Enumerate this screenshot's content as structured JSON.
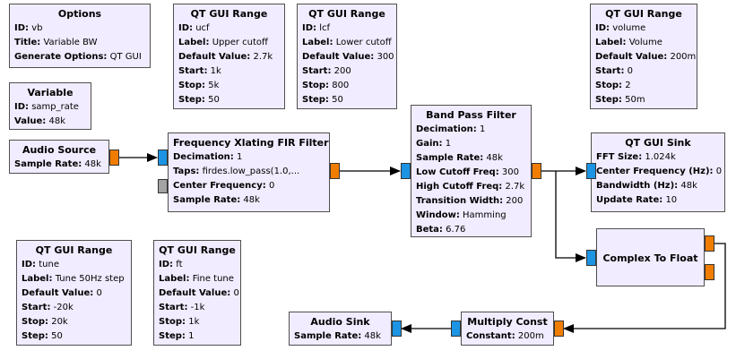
{
  "blocks": {
    "options": {
      "title": "Options",
      "params": [
        [
          "ID:",
          "vb"
        ],
        [
          "Title:",
          "Variable BW"
        ],
        [
          "Generate Options:",
          "QT GUI"
        ]
      ]
    },
    "range_ucf": {
      "title": "QT GUI Range",
      "params": [
        [
          "ID:",
          "ucf"
        ],
        [
          "Label:",
          "Upper cutoff"
        ],
        [
          "Default Value:",
          "2.7k"
        ],
        [
          "Start:",
          "1k"
        ],
        [
          "Stop:",
          "5k"
        ],
        [
          "Step:",
          "50"
        ]
      ]
    },
    "range_lcf": {
      "title": "QT GUI Range",
      "params": [
        [
          "ID:",
          "lcf"
        ],
        [
          "Label:",
          "Lower cutoff"
        ],
        [
          "Default Value:",
          "300"
        ],
        [
          "Start:",
          "200"
        ],
        [
          "Stop:",
          "800"
        ],
        [
          "Step:",
          "50"
        ]
      ]
    },
    "range_volume": {
      "title": "QT GUI Range",
      "params": [
        [
          "ID:",
          "volume"
        ],
        [
          "Label:",
          "Volume"
        ],
        [
          "Default Value:",
          "200m"
        ],
        [
          "Start:",
          "0"
        ],
        [
          "Stop:",
          "2"
        ],
        [
          "Step:",
          "50m"
        ]
      ]
    },
    "variable": {
      "title": "Variable",
      "params": [
        [
          "ID:",
          "samp_rate"
        ],
        [
          "Value:",
          "48k"
        ]
      ]
    },
    "audio_source": {
      "title": "Audio Source",
      "params": [
        [
          "Sample Rate:",
          "48k"
        ]
      ]
    },
    "xlating": {
      "title": "Frequency Xlating FIR Filter",
      "params": [
        [
          "Decimation:",
          "1"
        ],
        [
          "Taps:",
          "firdes.low_pass(1.0,..."
        ],
        [
          "Center Frequency:",
          "0"
        ],
        [
          "Sample Rate:",
          "48k"
        ]
      ]
    },
    "bandpass": {
      "title": "Band Pass Filter",
      "params": [
        [
          "Decimation:",
          "1"
        ],
        [
          "Gain:",
          "1"
        ],
        [
          "Sample Rate:",
          "48k"
        ],
        [
          "Low Cutoff Freq:",
          "300"
        ],
        [
          "High Cutoff Freq:",
          "2.7k"
        ],
        [
          "Transition Width:",
          "200"
        ],
        [
          "Window:",
          "Hamming"
        ],
        [
          "Beta:",
          "6.76"
        ]
      ]
    },
    "gui_sink": {
      "title": "QT GUI Sink",
      "params": [
        [
          "FFT Size:",
          "1.024k"
        ],
        [
          "Center Frequency (Hz):",
          "0"
        ],
        [
          "Bandwidth (Hz):",
          "48k"
        ],
        [
          "Update Rate:",
          "10"
        ]
      ]
    },
    "c2f": {
      "title": "Complex To Float",
      "params": []
    },
    "range_tune": {
      "title": "QT GUI Range",
      "params": [
        [
          "ID:",
          "tune"
        ],
        [
          "Label:",
          "Tune 50Hz step"
        ],
        [
          "Default Value:",
          "0"
        ],
        [
          "Start:",
          "-20k"
        ],
        [
          "Stop:",
          "20k"
        ],
        [
          "Step:",
          "50"
        ]
      ]
    },
    "range_ft": {
      "title": "QT GUI Range",
      "params": [
        [
          "ID:",
          "ft"
        ],
        [
          "Label:",
          "Fine tune"
        ],
        [
          "Default Value:",
          "0"
        ],
        [
          "Start:",
          "-1k"
        ],
        [
          "Stop:",
          "1k"
        ],
        [
          "Step:",
          "1"
        ]
      ]
    },
    "audio_sink": {
      "title": "Audio Sink",
      "params": [
        [
          "Sample Rate:",
          "48k"
        ]
      ]
    },
    "multiply_const": {
      "title": "Multiply Const",
      "params": [
        [
          "Constant:",
          "200m"
        ]
      ]
    }
  },
  "colors": {
    "block_bg": "#f1ecff",
    "block_border": "#4f4f4f",
    "port_in": "#1c94e3",
    "port_out": "#f07d00",
    "port_msg": "#a3a3a3",
    "wire": "#000000"
  }
}
